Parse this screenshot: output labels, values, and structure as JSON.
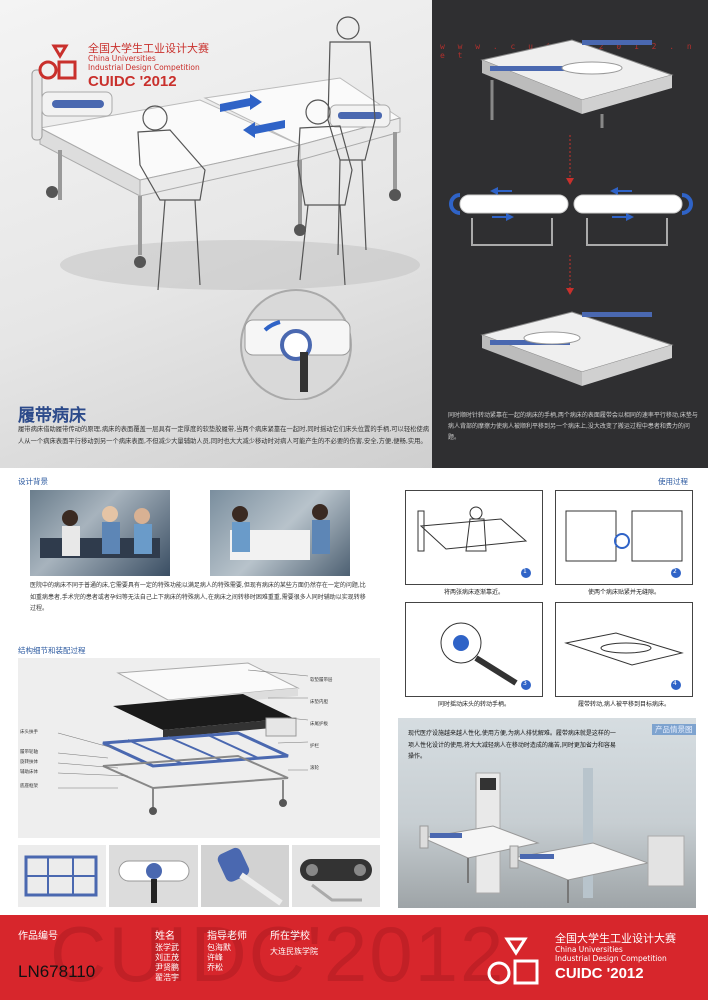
{
  "brand": {
    "name_cn": "全国大学生工业设计大赛",
    "name_en_1": "China Universities",
    "name_en_2": "Industrial Design Competition",
    "code": "CUIDC '2012",
    "url": "w w w . c u i d c 2 0 1 2 . n e t"
  },
  "hero": {
    "title": "履带病床",
    "description": "履带病床借助履带传动的原理,病床的表面覆盖一层具有一定厚度的软垫胶履带,当两个病床紧靠在一起时,同时摇动它们床头位置的手柄,可以轻松使病人从一个病床表面平行移动到另一个病床表面,不但减少大量辅助人员,同时也大大减少移动时对病人可能产生的不必要的伤害,安全,方便,便畅,实用。"
  },
  "dark_panel": {
    "description": "同时顺时针转动紧靠在一起的病床的手柄,两个病床的表面履带会以相同的速率平行移动,床垫与病人背部的摩擦力使病人被顺利平移到另一个病床上,没大改变了搬运过程中患者和费力的问题。"
  },
  "background": {
    "heading": "设计背景",
    "text": "医院中的病床不同于普通的床,它需要具有一定的特殊功能以满足病人的特殊需要,但现有病床的某些方面仍然存在一定的问题,比如重病患者,手术完的患者或者孕妇等无法自己上下病床的特殊病人,在病床之间转移时困难重重,需要很多人同时辅助以实现转移过程。"
  },
  "structure": {
    "heading": "结构细节和装配过程",
    "labels": {
      "l1": "床头扶手",
      "l2": "履带轮轴",
      "l3": "旋转扶体",
      "l4": "辅助床体",
      "l5": "底座框架",
      "r1": "软垫履带层",
      "r2": "床垫内胆",
      "r3": "床尾护板",
      "r4": "护栏",
      "r5": "滚轮"
    }
  },
  "usage": {
    "heading": "使用过程",
    "steps": [
      {
        "num": "1",
        "caption": "将两张病床逐渐靠近。"
      },
      {
        "num": "2",
        "caption": "使两个病床贴紧并无缝隙。"
      },
      {
        "num": "3",
        "caption": "同时摇动床头的转动手柄。"
      },
      {
        "num": "4",
        "caption": "履带转动,病人被平移到目标病床。"
      }
    ]
  },
  "scene": {
    "heading": "产品情景图",
    "text": "现代医疗设施越来越人性化,使用方便,为病人排忧解难。履带病床就是这样的一项人性化设计的使用,将大大减轻病人在移动时造成的痛苦,同时更加省力和容易操作。"
  },
  "footer": {
    "big_text": "CUIDC'2012",
    "work_no_label": "作品编号",
    "work_no": "LN678110",
    "name_label": "姓名",
    "names": [
      "张学武",
      "刘正茂",
      "尹贤鹏",
      "翟浩宇"
    ],
    "advisor_label": "指导老师",
    "advisors": [
      "包海默",
      "许峰",
      "乔松"
    ],
    "school_label": "所在学校",
    "school": "大连民族学院"
  }
}
